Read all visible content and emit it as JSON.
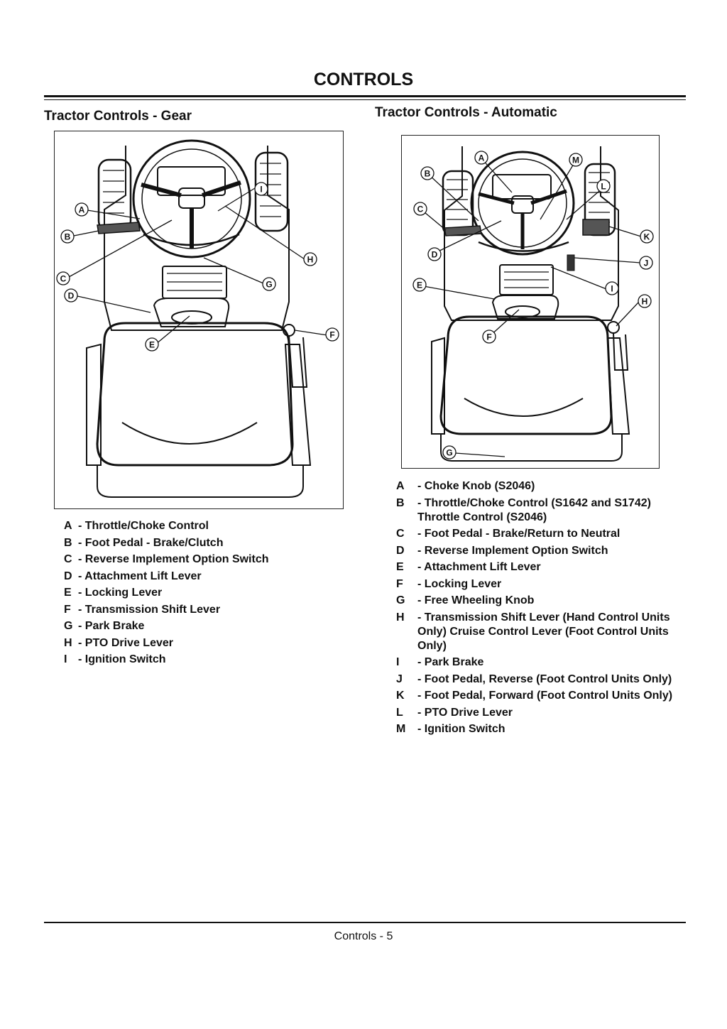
{
  "page": {
    "title": "CONTROLS",
    "footer": "Controls - 5"
  },
  "gear": {
    "heading": "Tractor Controls - Gear",
    "figure_labels": [
      "A",
      "B",
      "C",
      "D",
      "E",
      "F",
      "G",
      "H",
      "I"
    ],
    "legend": [
      {
        "letter": "A",
        "text": "- Throttle/Choke Control"
      },
      {
        "letter": "B",
        "text": "- Foot Pedal - Brake/Clutch"
      },
      {
        "letter": "C",
        "text": "- Reverse Implement Option Switch"
      },
      {
        "letter": "D",
        "text": "- Attachment Lift Lever"
      },
      {
        "letter": "E",
        "text": "- Locking Lever"
      },
      {
        "letter": "F",
        "text": "- Transmission Shift Lever"
      },
      {
        "letter": "G",
        "text": "- Park Brake"
      },
      {
        "letter": "H",
        "text": "- PTO Drive Lever"
      },
      {
        "letter": "I",
        "text": "- Ignition Switch"
      }
    ]
  },
  "automatic": {
    "heading": "Tractor Controls - Automatic",
    "figure_labels": [
      "A",
      "B",
      "C",
      "D",
      "E",
      "F",
      "G",
      "H",
      "I",
      "J",
      "K",
      "L",
      "M"
    ],
    "legend": [
      {
        "letter": "A",
        "text": "- Choke Knob (S2046)"
      },
      {
        "letter": "B",
        "text": "- Throttle/Choke Control (S1642 and S1742) Throttle Control (S2046)"
      },
      {
        "letter": "C",
        "text": "- Foot Pedal - Brake/Return to Neutral"
      },
      {
        "letter": "D",
        "text": "- Reverse Implement Option Switch"
      },
      {
        "letter": "E",
        "text": "- Attachment Lift Lever"
      },
      {
        "letter": "F",
        "text": "- Locking Lever"
      },
      {
        "letter": "G",
        "text": "- Free Wheeling Knob"
      },
      {
        "letter": "H",
        "text": "- Transmission Shift Lever (Hand Control Units Only) Cruise Control Lever (Foot Control Units Only)"
      },
      {
        "letter": "I",
        "text": "- Park Brake"
      },
      {
        "letter": "J",
        "text": "- Foot Pedal, Reverse (Foot Control Units Only)"
      },
      {
        "letter": "K",
        "text": "- Foot Pedal, Forward (Foot Control Units Only)"
      },
      {
        "letter": "L",
        "text": "- PTO Drive Lever"
      },
      {
        "letter": "M",
        "text": "- Ignition Switch"
      }
    ]
  }
}
